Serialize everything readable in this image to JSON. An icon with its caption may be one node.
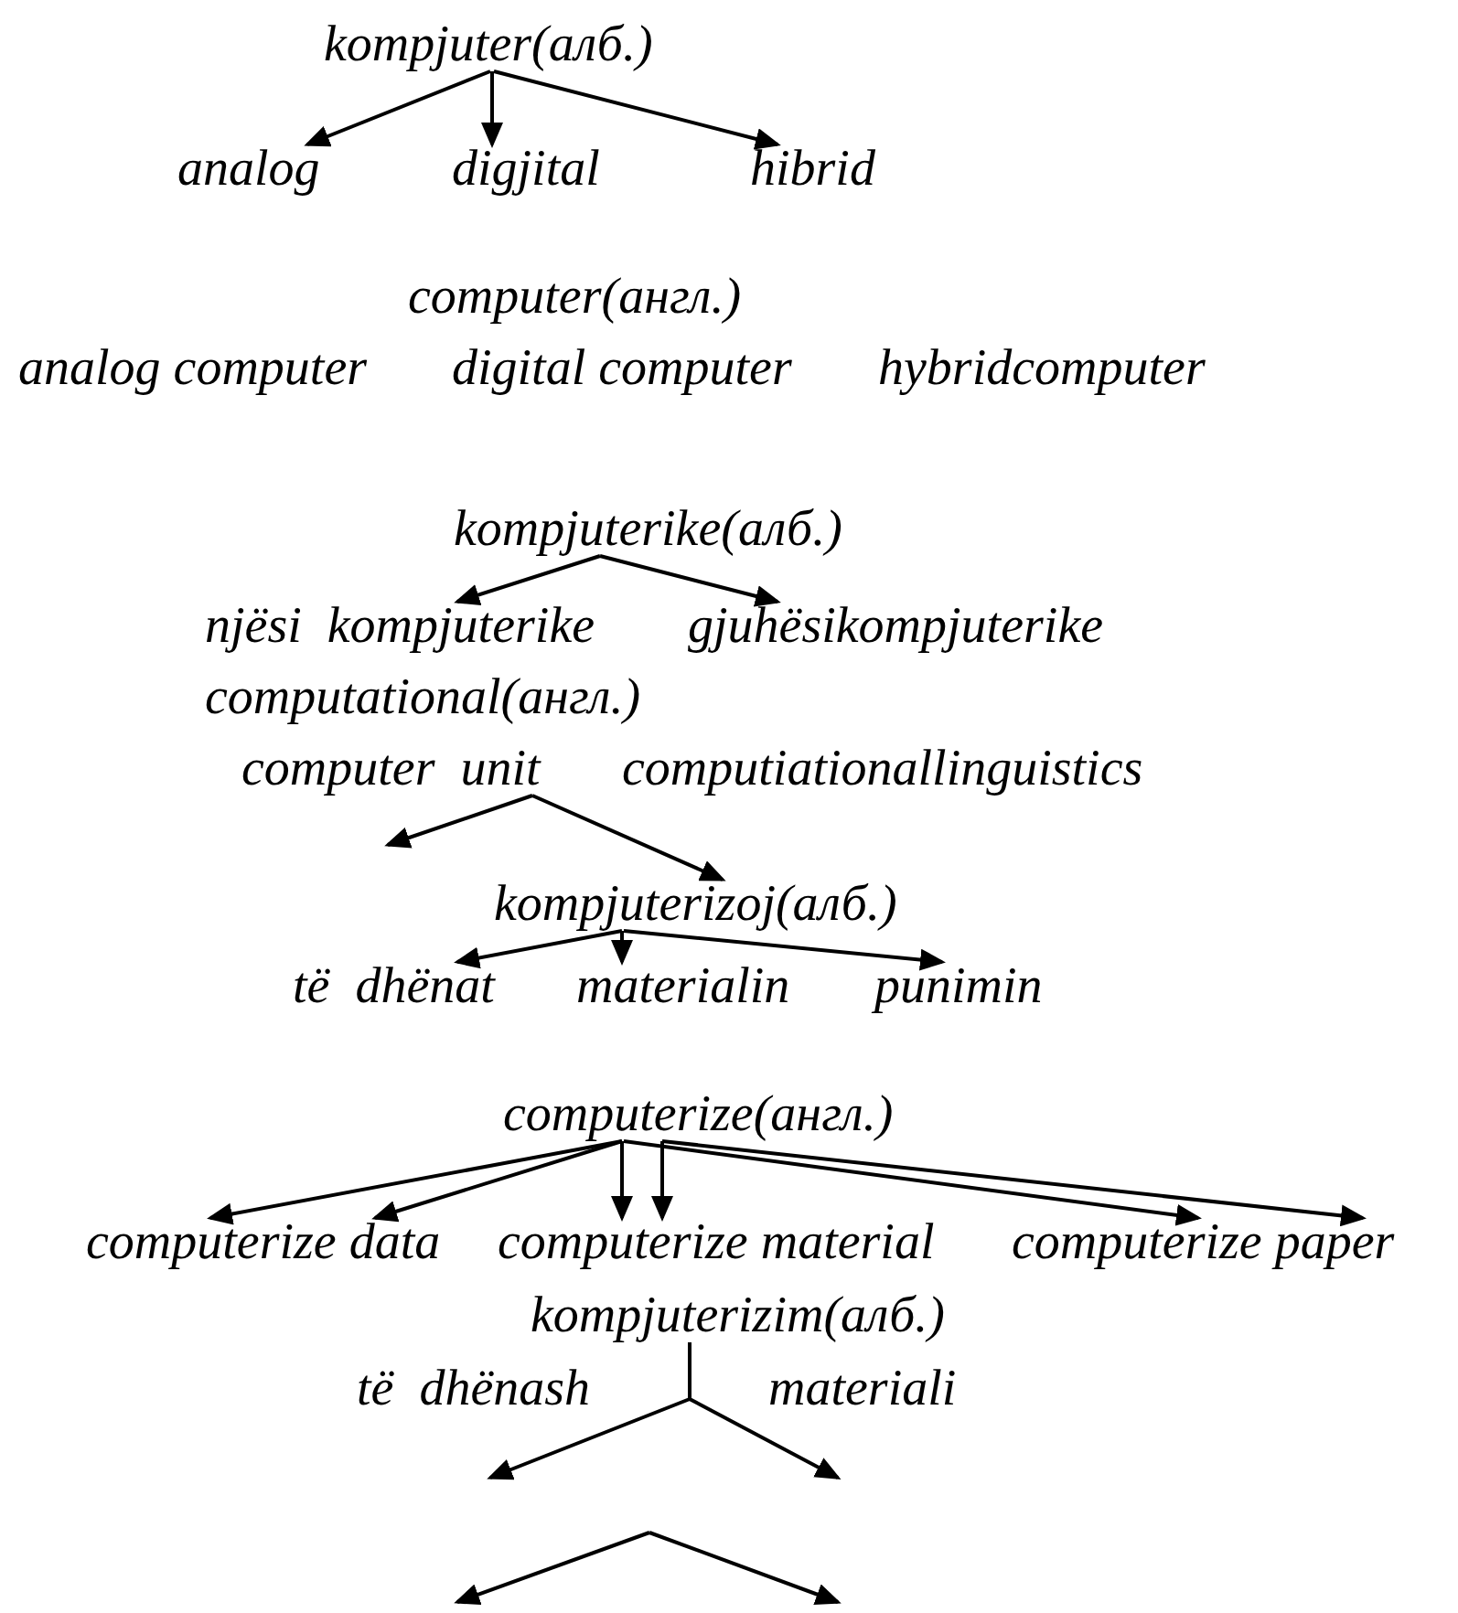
{
  "diagram": {
    "nodes": [
      {
        "text": [
          "kompjuter(алб.)"
        ]
      },
      {
        "text": [
          "analog"
        ]
      },
      {
        "text": [
          "digjital"
        ]
      },
      {
        "text": [
          "hibrid"
        ]
      },
      {
        "text": [
          "kompjuterike(алб.)"
        ]
      },
      {
        "text": [
          "njësi  kompjuterike"
        ]
      },
      {
        "text": [
          "gjuhësikompjuterike"
        ]
      },
      {
        "text": [
          "computer  unit"
        ]
      },
      {
        "text": [
          "kompjuterizoj(алб.)"
        ]
      },
      {
        "text": [
          "të  dhënat"
        ]
      },
      {
        "text": [
          "materialin"
        ]
      },
      {
        "text": [
          "punimin"
        ]
      },
      {
        "text": [
          "computerize(англ.)"
        ]
      },
      {
        "text": [
          "computerize data"
        ]
      },
      {
        "text": [
          "computerize material"
        ]
      },
      {
        "text": [
          "computerize paper"
        ]
      },
      {
        "text": [
          "kompjuterizim(алб.)"
        ]
      }
    ],
    "edges": [
      {
        "from": 0,
        "to": 1,
        "arrow": "to"
      },
      {
        "from": 0,
        "to": 2,
        "arrow": "to"
      },
      {
        "from": 0,
        "to": 3,
        "arrow": "to"
      },
      {
        "from": 4,
        "to": 5,
        "arrow": "to"
      },
      {
        "from": 4,
        "to": 6,
        "arrow": "to"
      },
      {
        "from": 7,
        "to": null,
        "arrow": "to"
      },
      {
        "from": 7,
        "to": 8,
        "arrow": "to"
      },
      {
        "from": 8,
        "to": 9,
        "arrow": "to"
      },
      {
        "from": 8,
        "to": 10,
        "arrow": "to"
      },
      {
        "from": 8,
        "to": 11,
        "arrow": "to"
      },
      {
        "from": 12,
        "to": 13,
        "arrow": "to"
      },
      {
        "from": 12,
        "to": 13,
        "arrow": "to"
      },
      {
        "from": 12,
        "to": 14,
        "arrow": "to"
      },
      {
        "from": 12,
        "to": 14,
        "arrow": "to"
      },
      {
        "from": 12,
        "to": 15,
        "arrow": "to"
      },
      {
        "from": 12,
        "to": 15,
        "arrow": "to"
      },
      {
        "from": 16,
        "to": null,
        "arrow": "to"
      },
      {
        "from": 16,
        "to": null,
        "arrow": "to"
      }
    ],
    "labels": [
      "computer(англ.)",
      "analog computer",
      "digital computer",
      "hybridcomputer",
      "computational(англ.)",
      "computiationallinguistics",
      "të  dhënash",
      "materiali"
    ]
  }
}
